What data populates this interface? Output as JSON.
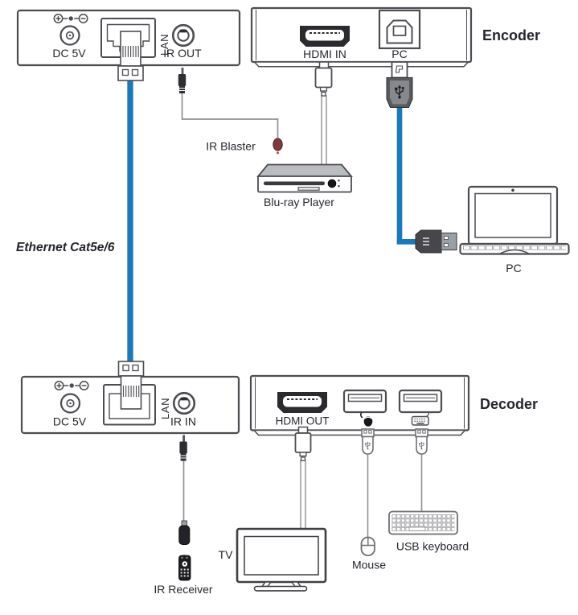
{
  "encoder": {
    "title": "Encoder",
    "dc_label": "DC 5V",
    "lan_label": "LAN",
    "ir_label": "IR OUT",
    "hdmi_label": "HDMI IN",
    "usb_label": "PC"
  },
  "decoder": {
    "title": "Decoder",
    "dc_label": "DC 5V",
    "lan_label": "LAN",
    "ir_label": "IR IN",
    "hdmi_label": "HDMI OUT"
  },
  "devices": {
    "ethernet": "Ethernet Cat5e/6",
    "ir_blaster": "IR Blaster",
    "bluray": "Blu-ray Player",
    "pc": "PC",
    "tv": "TV",
    "ir_receiver": "IR Receiver",
    "mouse": "Mouse",
    "usb_keyboard": "USB keyboard"
  },
  "icons": {
    "usb_symbol": "usb-trident",
    "ir_signal": "ir-signal-arcs",
    "power_polarity": "dc-polarity-center-positive"
  },
  "colors": {
    "cable_blue": "#1b79b8",
    "ir_red": "#e6392f",
    "ir_maroon": "#7d3a41",
    "outline": "#4c4c52",
    "cable_gray": "#909094",
    "connector_dark": "#47474b"
  }
}
